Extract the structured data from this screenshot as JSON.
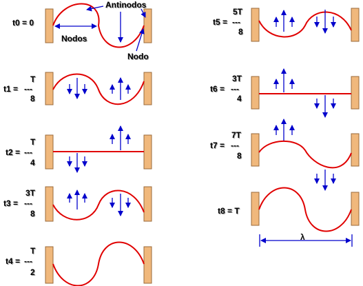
{
  "colors": {
    "wall_fill": "#f0b87c",
    "wall_stroke": "#9a6a3a",
    "wave": "#e00000",
    "arrow": "#0000cc",
    "text": "#000000",
    "shadow": "#9a9a9a"
  },
  "annotations": {
    "antinodes": "Antinodos",
    "nodes": "Nodos",
    "node": "Nodo",
    "wavelength": "λ"
  },
  "frames": [
    {
      "id": "t0",
      "label": "t0 = 0",
      "numerator": "",
      "fraction_bar": "",
      "denominator": ""
    },
    {
      "id": "t1",
      "label": "t1 =",
      "numerator": "T",
      "fraction_bar": "---",
      "denominator": "8"
    },
    {
      "id": "t2",
      "label": "t2 =",
      "numerator": "T",
      "fraction_bar": "---",
      "denominator": "4"
    },
    {
      "id": "t3",
      "label": "t3 =",
      "numerator": "3T",
      "fraction_bar": "---",
      "denominator": "8"
    },
    {
      "id": "t4",
      "label": "t4 =",
      "numerator": "T",
      "fraction_bar": "---",
      "denominator": "2"
    },
    {
      "id": "t5",
      "label": "t5 =",
      "numerator": "5T",
      "fraction_bar": "---",
      "denominator": "8"
    },
    {
      "id": "t6",
      "label": "t6 =",
      "numerator": "3T",
      "fraction_bar": "---",
      "denominator": "4"
    },
    {
      "id": "t7",
      "label": "t7 =",
      "numerator": "7T",
      "fraction_bar": "---",
      "denominator": "8"
    },
    {
      "id": "t8",
      "label": "t8 = T",
      "numerator": "",
      "fraction_bar": "",
      "denominator": ""
    }
  ]
}
